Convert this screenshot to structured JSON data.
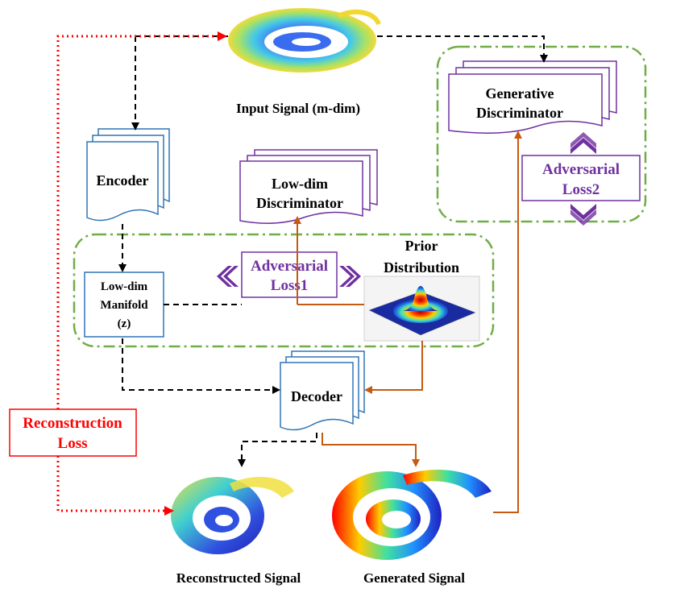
{
  "labels": {
    "input_signal": "Input Signal (m-dim)",
    "encoder": "Encoder",
    "generative_discriminator": [
      "Generative",
      "Discriminator"
    ],
    "adversarial_loss2": [
      "Adversarial",
      "Loss2"
    ],
    "low_dim_discriminator": [
      "Low-dim",
      "Discriminator"
    ],
    "prior_distribution": [
      "Prior",
      "Distribution"
    ],
    "adversarial_loss1": [
      "Adversarial",
      "Loss1"
    ],
    "low_dim_manifold": [
      "Low-dim",
      "Manifold",
      "(z)"
    ],
    "decoder": "Decoder",
    "reconstruction_loss": [
      "Reconstruction",
      "Loss"
    ],
    "reconstructed_signal": "Reconstructed Signal",
    "generated_signal": "Generated Signal"
  },
  "colors": {
    "dashed_arrow": "#000000",
    "orange_arrow": "#c55a11",
    "red_dotted": "#ff0000",
    "green_region": "#70ad47",
    "purple_box": "#7030a0",
    "blue_box": "#2e75b6"
  }
}
